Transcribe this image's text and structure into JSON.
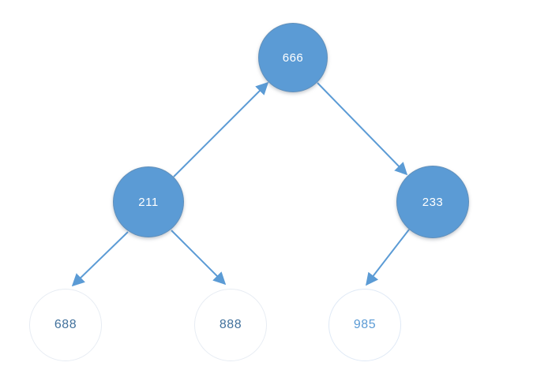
{
  "diagram": {
    "type": "binary-tree",
    "colors": {
      "node_fill": "#5B9BD5",
      "edge": "#5B9BD5",
      "leaf_border": "#E7ECF3",
      "leaf_text_dark": "#41719C",
      "leaf_text_light": "#5B9BD5",
      "node_text": "#FFFFFF",
      "background": "#FFFFFF"
    },
    "nodes": [
      {
        "id": "root",
        "label": "666",
        "style": "filled",
        "level": 0
      },
      {
        "id": "left",
        "label": "211",
        "style": "filled",
        "level": 1
      },
      {
        "id": "right",
        "label": "233",
        "style": "filled",
        "level": 1
      },
      {
        "id": "leaf-1",
        "label": "688",
        "style": "leaf",
        "level": 2
      },
      {
        "id": "leaf-2",
        "label": "888",
        "style": "leaf",
        "level": 2
      },
      {
        "id": "leaf-3",
        "label": "985",
        "style": "leaf-light",
        "level": 2
      }
    ],
    "edges": [
      {
        "from": "211",
        "to": "666",
        "arrowhead": "at-666"
      },
      {
        "from": "666",
        "to": "233",
        "arrowhead": "at-233"
      },
      {
        "from": "211",
        "to": "688",
        "arrowhead": "at-688"
      },
      {
        "from": "211",
        "to": "888",
        "arrowhead": "at-888"
      },
      {
        "from": "233",
        "to": "985",
        "arrowhead": "at-985"
      }
    ]
  }
}
